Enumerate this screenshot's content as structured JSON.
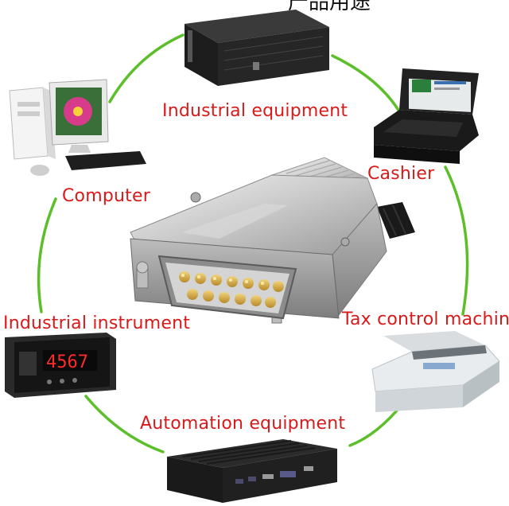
{
  "header": {
    "partial_text": "产品用途"
  },
  "center": {
    "name": "db15-connector-image"
  },
  "colors": {
    "label": "#d81a1a",
    "ring": "#5cbf2a"
  },
  "nodes": [
    {
      "id": "industrial-equipment",
      "label": "Industrial equipment",
      "icon": "server-rack-icon"
    },
    {
      "id": "cashier",
      "label": "Cashier",
      "icon": "pos-terminal-icon"
    },
    {
      "id": "computer",
      "label": "Computer",
      "icon": "desktop-pc-icon"
    },
    {
      "id": "industrial-instrument",
      "label": "Industrial instrument",
      "icon": "panel-meter-icon",
      "display": "4567"
    },
    {
      "id": "tax-control-machine",
      "label": "Tax control machine",
      "icon": "dot-matrix-printer-icon"
    },
    {
      "id": "automation-equipment",
      "label": "Automation equipment",
      "icon": "fanless-pc-icon"
    }
  ]
}
